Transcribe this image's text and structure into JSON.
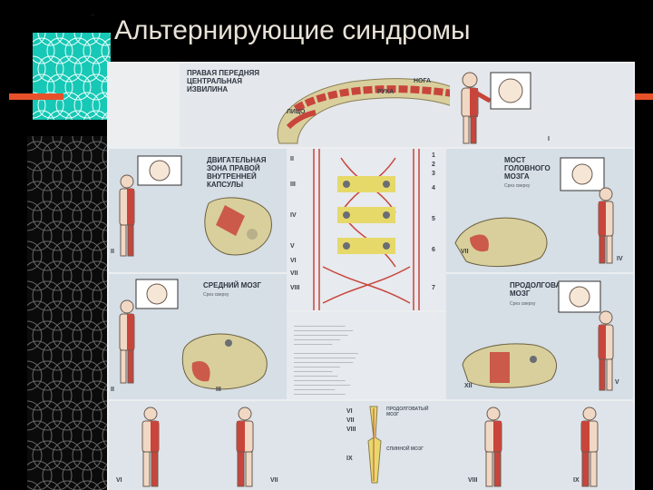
{
  "slide": {
    "title": "Альтернирующие синдромы",
    "corner_mark": "··"
  },
  "colors": {
    "background": "#000000",
    "teal_tile": "#17c8b6",
    "orange_bar": "#e8502a",
    "title_text": "#e9e3d8",
    "lesion_red": "#c8453c",
    "brain_tissue": "#d9cf9c"
  },
  "poster": {
    "cortex": {
      "title": "Правая передняя центральная извилина",
      "labels": {
        "leg": "Нога",
        "arm": "Рука",
        "face": "Лицо"
      },
      "figure_numeral": "I"
    },
    "capsule": {
      "title": "Двигательная зона правой внутренней капсулы",
      "figure_numeral": "II"
    },
    "pons": {
      "title": "Мост головного мозга",
      "subtitle": "Срез сверху",
      "numerals": {
        "lesion": "VII",
        "figure": "IV"
      }
    },
    "midbrain": {
      "title": "Средний мозг",
      "subtitle": "Срез сверху",
      "numerals": {
        "lesion": "III",
        "figure": "II"
      }
    },
    "medulla": {
      "title": "Продолговатый мозг",
      "subtitle": "Срез сверху",
      "numerals": {
        "lesion": "XII",
        "figure": "V"
      }
    },
    "pathway": {
      "left_numerals": [
        "II",
        "III",
        "IV",
        "V",
        "VI",
        "VII",
        "VIII"
      ],
      "right_numerals": [
        "1",
        "2",
        "3",
        "4",
        "5",
        "6",
        "7"
      ]
    },
    "spinal": {
      "label_medulla": "Продолговатый мозг",
      "label_cord": "Спинной мозг",
      "numerals": [
        "VI",
        "VII",
        "VIII",
        "IX"
      ]
    },
    "bottom_figures": [
      "VI",
      "VII",
      "VIII",
      "IX"
    ]
  }
}
